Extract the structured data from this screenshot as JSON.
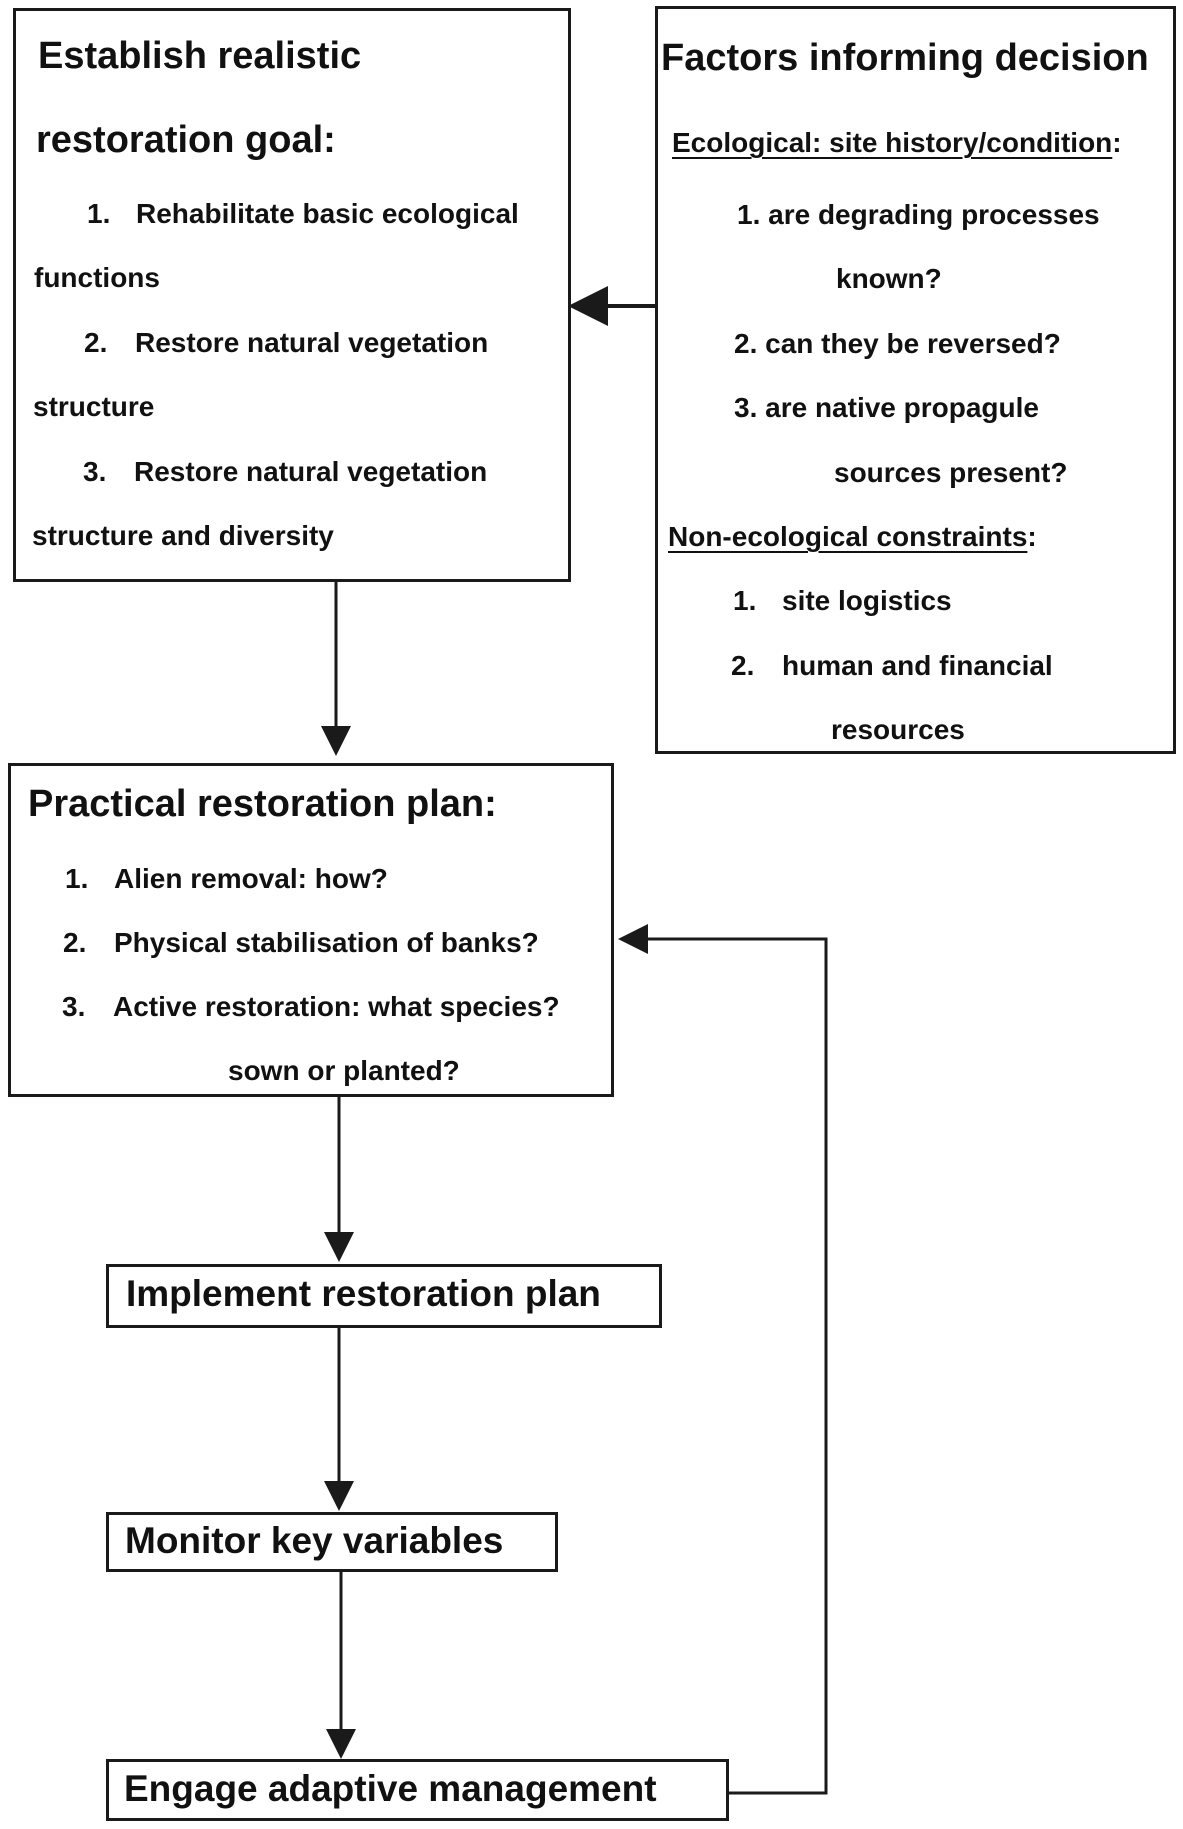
{
  "goal_box": {
    "title_line1": "Establish realistic",
    "title_line2": "restoration goal:",
    "item1_num": "1.",
    "item1_line1": "Rehabilitate basic ecological",
    "item1_line2": "functions",
    "item2_num": "2.",
    "item2_line1": "Restore natural vegetation",
    "item2_line2": "structure",
    "item3_num": "3.",
    "item3_line1": "Restore natural vegetation",
    "item3_line2": "structure and diversity"
  },
  "factors_box": {
    "title": "Factors informing decision",
    "ecological_heading": "Ecological: site history/condition",
    "ecological_colon": ":",
    "eco1_line1": "1. are degrading processes",
    "eco1_line2": "known?",
    "eco2": "2. can they be reversed?",
    "eco3_line1": "3. are native propagule",
    "eco3_line2": "sources present?",
    "nonecological_heading": "Non-ecological constraints",
    "nonecological_colon": ":",
    "non1_num": "1.",
    "non1": "site logistics",
    "non2_num": "2.",
    "non2_line1": "human and financial",
    "non2_line2": "resources"
  },
  "plan_box": {
    "title": "Practical restoration plan:",
    "item1_num": "1.",
    "item1": "Alien removal: how?",
    "item2_num": "2.",
    "item2": "Physical stabilisation of banks?",
    "item3_num": "3.",
    "item3_line1": "Active restoration: what species?",
    "item3_line2": "sown or planted?"
  },
  "implement_box": {
    "label": "Implement restoration plan"
  },
  "monitor_box": {
    "label": "Monitor key variables"
  },
  "adaptive_box": {
    "label": "Engage adaptive management"
  },
  "colors": {
    "ink": "#1a1a1a",
    "background": "#ffffff"
  }
}
